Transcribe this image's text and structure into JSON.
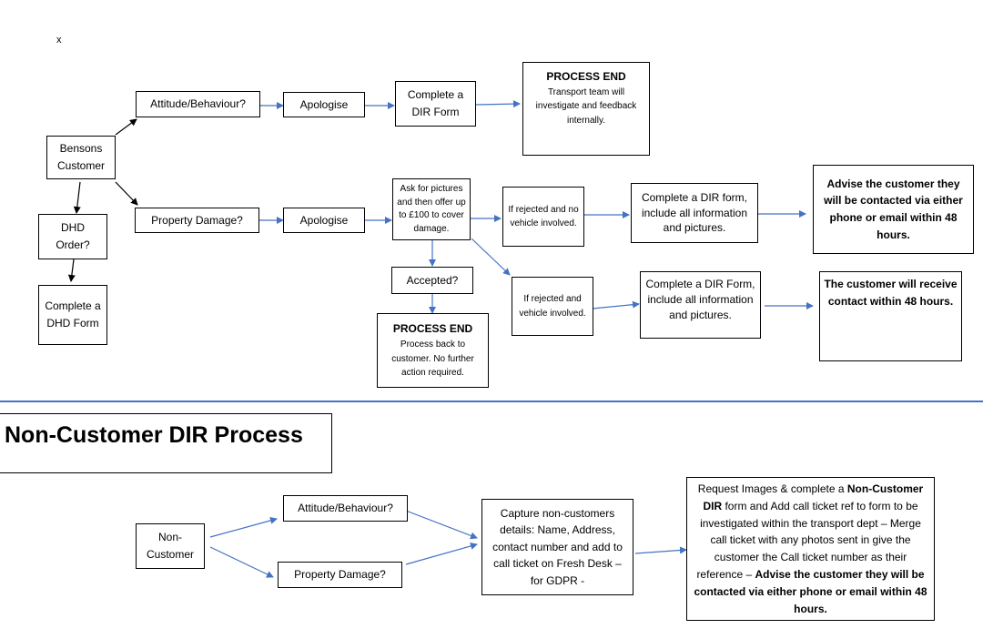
{
  "mark": "x",
  "section_title": "Non-Customer DIR Process",
  "colors": {
    "arrow_blue": "#4472C4",
    "arrow_black": "#000000",
    "divider": "#4472C4"
  },
  "customer": {
    "bensons_customer": "Bensons Customer",
    "attitude_behaviour": "Attitude/Behaviour?",
    "apologise_1": "Apologise",
    "complete_dir_form_1": "Complete a DIR Form",
    "process_end_1": {
      "title": "PROCESS END",
      "text": "Transport team will investigate and feedback internally."
    },
    "property_damage": "Property Damage?",
    "apologise_2": "Apologise",
    "ask_for_pictures": "Ask for pictures and then offer up to £100 to cover damage.",
    "accepted": "Accepted?",
    "process_end_2": {
      "title": "PROCESS END",
      "text": "Process back to customer. No further action required."
    },
    "rejected_no_vehicle": "If rejected and no vehicle involved.",
    "complete_dir_form_2": "Complete a DIR form, include all information and pictures.",
    "advise_customer": "Advise the customer they will be contacted via either phone or email within 48 hours.",
    "rejected_vehicle": "If rejected and vehicle involved.",
    "complete_dir_form_3": "Complete a DIR Form, include all information and pictures.",
    "customer_contact": "The customer will receive contact within 48 hours.",
    "dhd_order": "DHD Order?",
    "complete_dhd_form": "Complete a DHD Form"
  },
  "non_customer": {
    "non_customer": "Non-Customer",
    "attitude_behaviour": "Attitude/Behaviour?",
    "property_damage": "Property Damage?",
    "capture_details": "Capture non-customers details: Name, Address, contact number and add to call ticket on Fresh Desk – for GDPR -",
    "request_images": {
      "t1": "Request Images & complete a ",
      "b1": "Non-Customer DIR",
      "t2": " form and Add call ticket ref to form to be investigated within the transport dept – Merge call ticket with any photos sent in give the customer the Call ticket number as their reference – ",
      "b2": "Advise the customer they will be contacted via either phone or email within 48 hours."
    }
  }
}
